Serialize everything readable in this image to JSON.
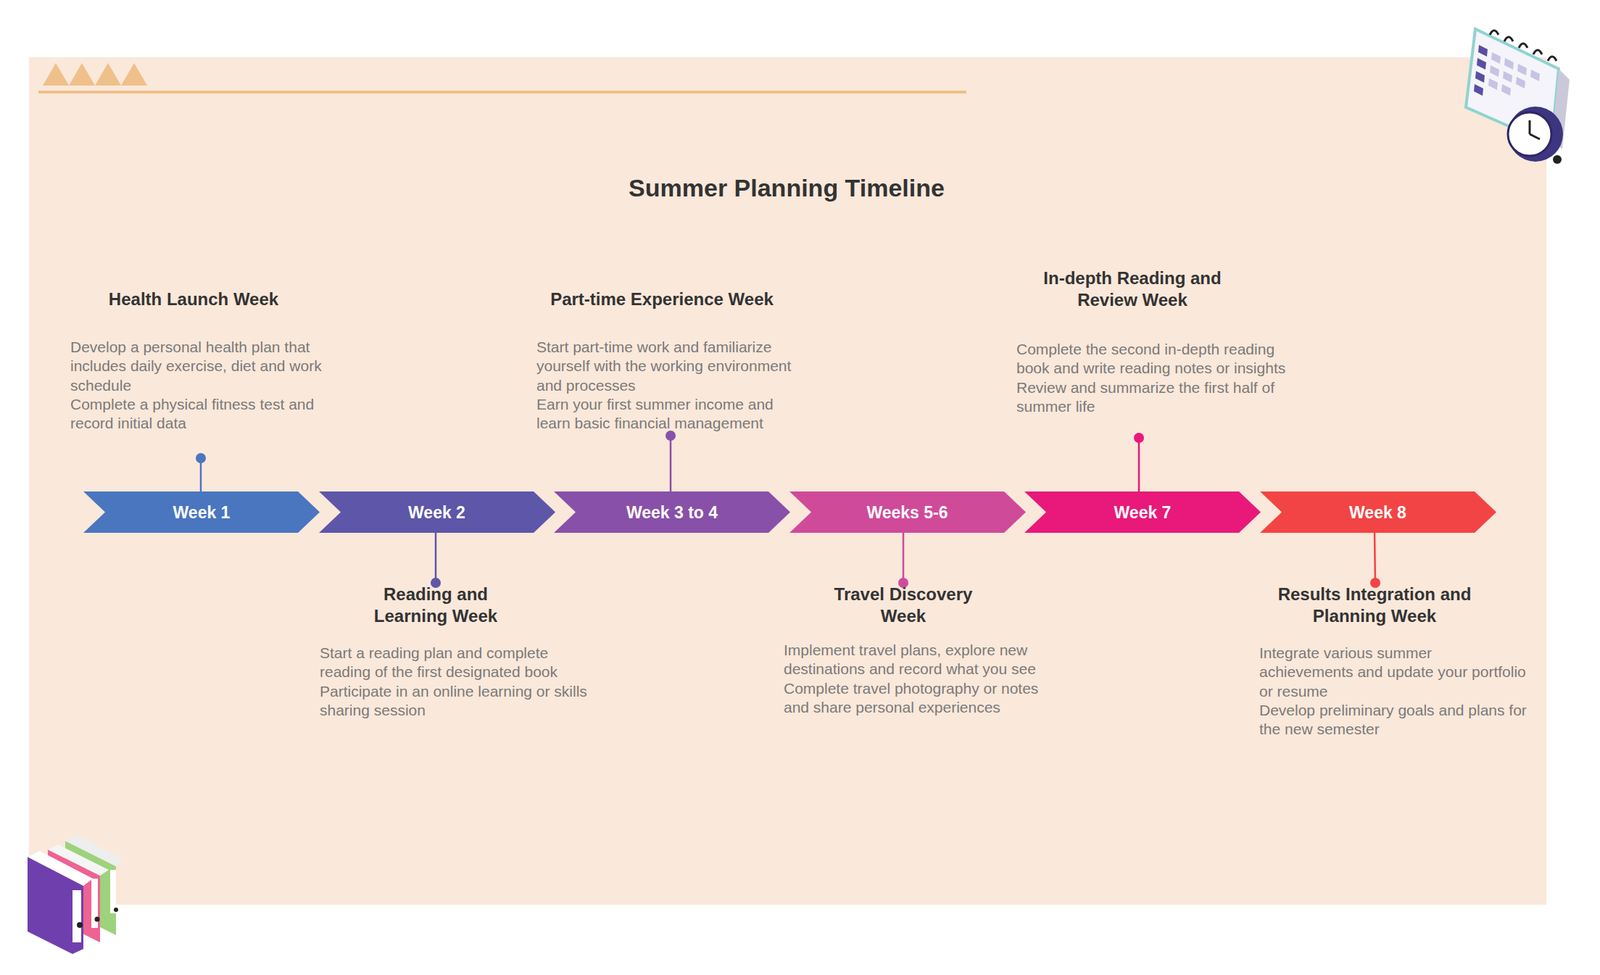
{
  "diagram": {
    "title": "Summer Planning Timeline",
    "nodes": [
      {
        "text": [
          "Week 1"
        ]
      },
      {
        "text": [
          "Week 2"
        ]
      },
      {
        "text": [
          "Week 3 to 4"
        ]
      },
      {
        "text": [
          "Weeks 5-6"
        ]
      },
      {
        "text": [
          "Week 7"
        ]
      },
      {
        "text": [
          "Week 8"
        ]
      }
    ],
    "labels": [
      "Health Launch Week",
      "Develop a personal health plan that includes daily exercise, diet and work schedule",
      "Complete a physical fitness test and record initial data",
      "Reading and Learning Week",
      "Start a reading plan and complete reading of the first designated book",
      "Participate in an online learning or skills sharing session",
      "Part-time Experience Week",
      "Start part-time work and familiarize yourself with the working environment and processes",
      "Earn your first summer income and learn basic financial management",
      "Travel Discovery Week",
      "Implement travel plans, explore new destinations and record what you see",
      "Complete travel photography or notes and share personal experiences",
      "In-depth Reading and Review Week",
      "Complete the second in-depth reading book and write reading notes or insights",
      "Review and summarize the first half of summer life",
      "Results Integration and Planning Week",
      "Integrate various summer achievements and update your portfolio or resume",
      "Develop preliminary goals and plans for the new semester"
    ]
  }
}
